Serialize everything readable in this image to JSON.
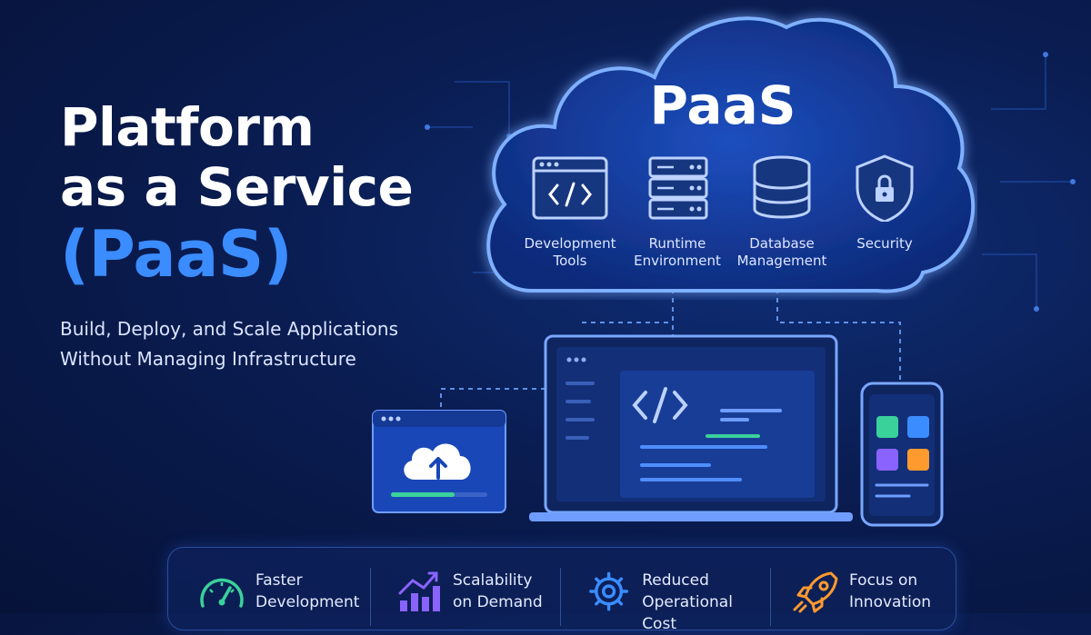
{
  "hero": {
    "title_line1": "Platform",
    "title_line2": "as a Service",
    "title_line3": "(PaaS)",
    "subtitle_line1": "Build, Deploy, and Scale Applications",
    "subtitle_line2": "Without Managing Infrastructure"
  },
  "cloud": {
    "title": "PaaS",
    "services": [
      {
        "line1": "Development",
        "line2": "Tools",
        "icon": "code-window-icon"
      },
      {
        "line1": "Runtime",
        "line2": "Environment",
        "icon": "server-icon"
      },
      {
        "line1": "Database",
        "line2": "Management",
        "icon": "database-icon"
      },
      {
        "line1": "Security",
        "line2": "",
        "icon": "shield-lock-icon"
      }
    ]
  },
  "devices": {
    "laptop_code_symbol": "</>",
    "upload_icon": "cloud-upload-icon"
  },
  "benefits": [
    {
      "line1": "Faster",
      "line2": "Development",
      "icon": "speedometer-icon",
      "color": "#3ad19a"
    },
    {
      "line1": "Scalability",
      "line2": "on Demand",
      "icon": "growth-chart-icon",
      "color": "#8a63ff"
    },
    {
      "line1": "Reduced",
      "line2": "Operational Cost",
      "icon": "gear-icon",
      "color": "#3b8cff"
    },
    {
      "line1": "Focus on",
      "line2": "Innovation",
      "icon": "rocket-icon",
      "color": "#ff9a2e"
    }
  ],
  "colors": {
    "accent": "#3b8cff",
    "background": "#0a1d52",
    "cloud_glow": "#4f8dff"
  }
}
